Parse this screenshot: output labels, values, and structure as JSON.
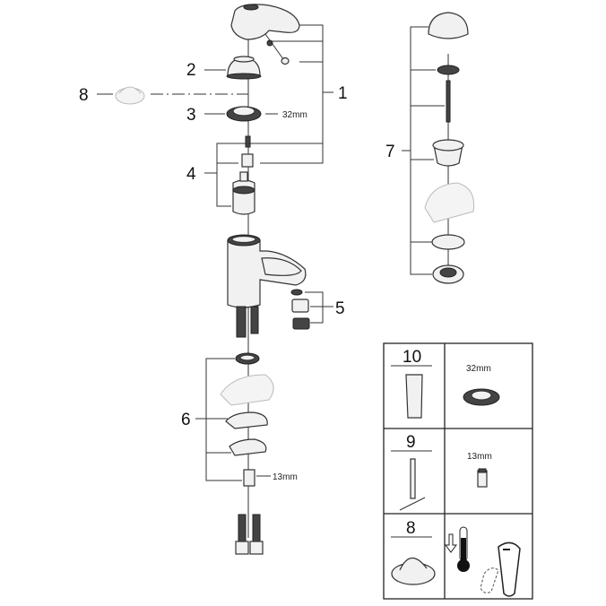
{
  "diagram": {
    "callouts": {
      "handle_set": "1",
      "cover_cap": "2",
      "nut": "3",
      "cartridge_set": "4",
      "aerator_set": "5",
      "fixing_set": "6",
      "waste_set": "7",
      "handle_tool": "8"
    },
    "dimensions": {
      "nut_size": "32mm",
      "nipple_size": "13mm"
    },
    "tools_table": {
      "rows": [
        {
          "number": "10",
          "size": "32mm"
        },
        {
          "number": "9",
          "size": "13mm"
        },
        {
          "number": "8",
          "size": ""
        }
      ]
    },
    "icons": [
      "thermometer-icon",
      "arrow-down-icon",
      "lever-handle-icon"
    ]
  }
}
